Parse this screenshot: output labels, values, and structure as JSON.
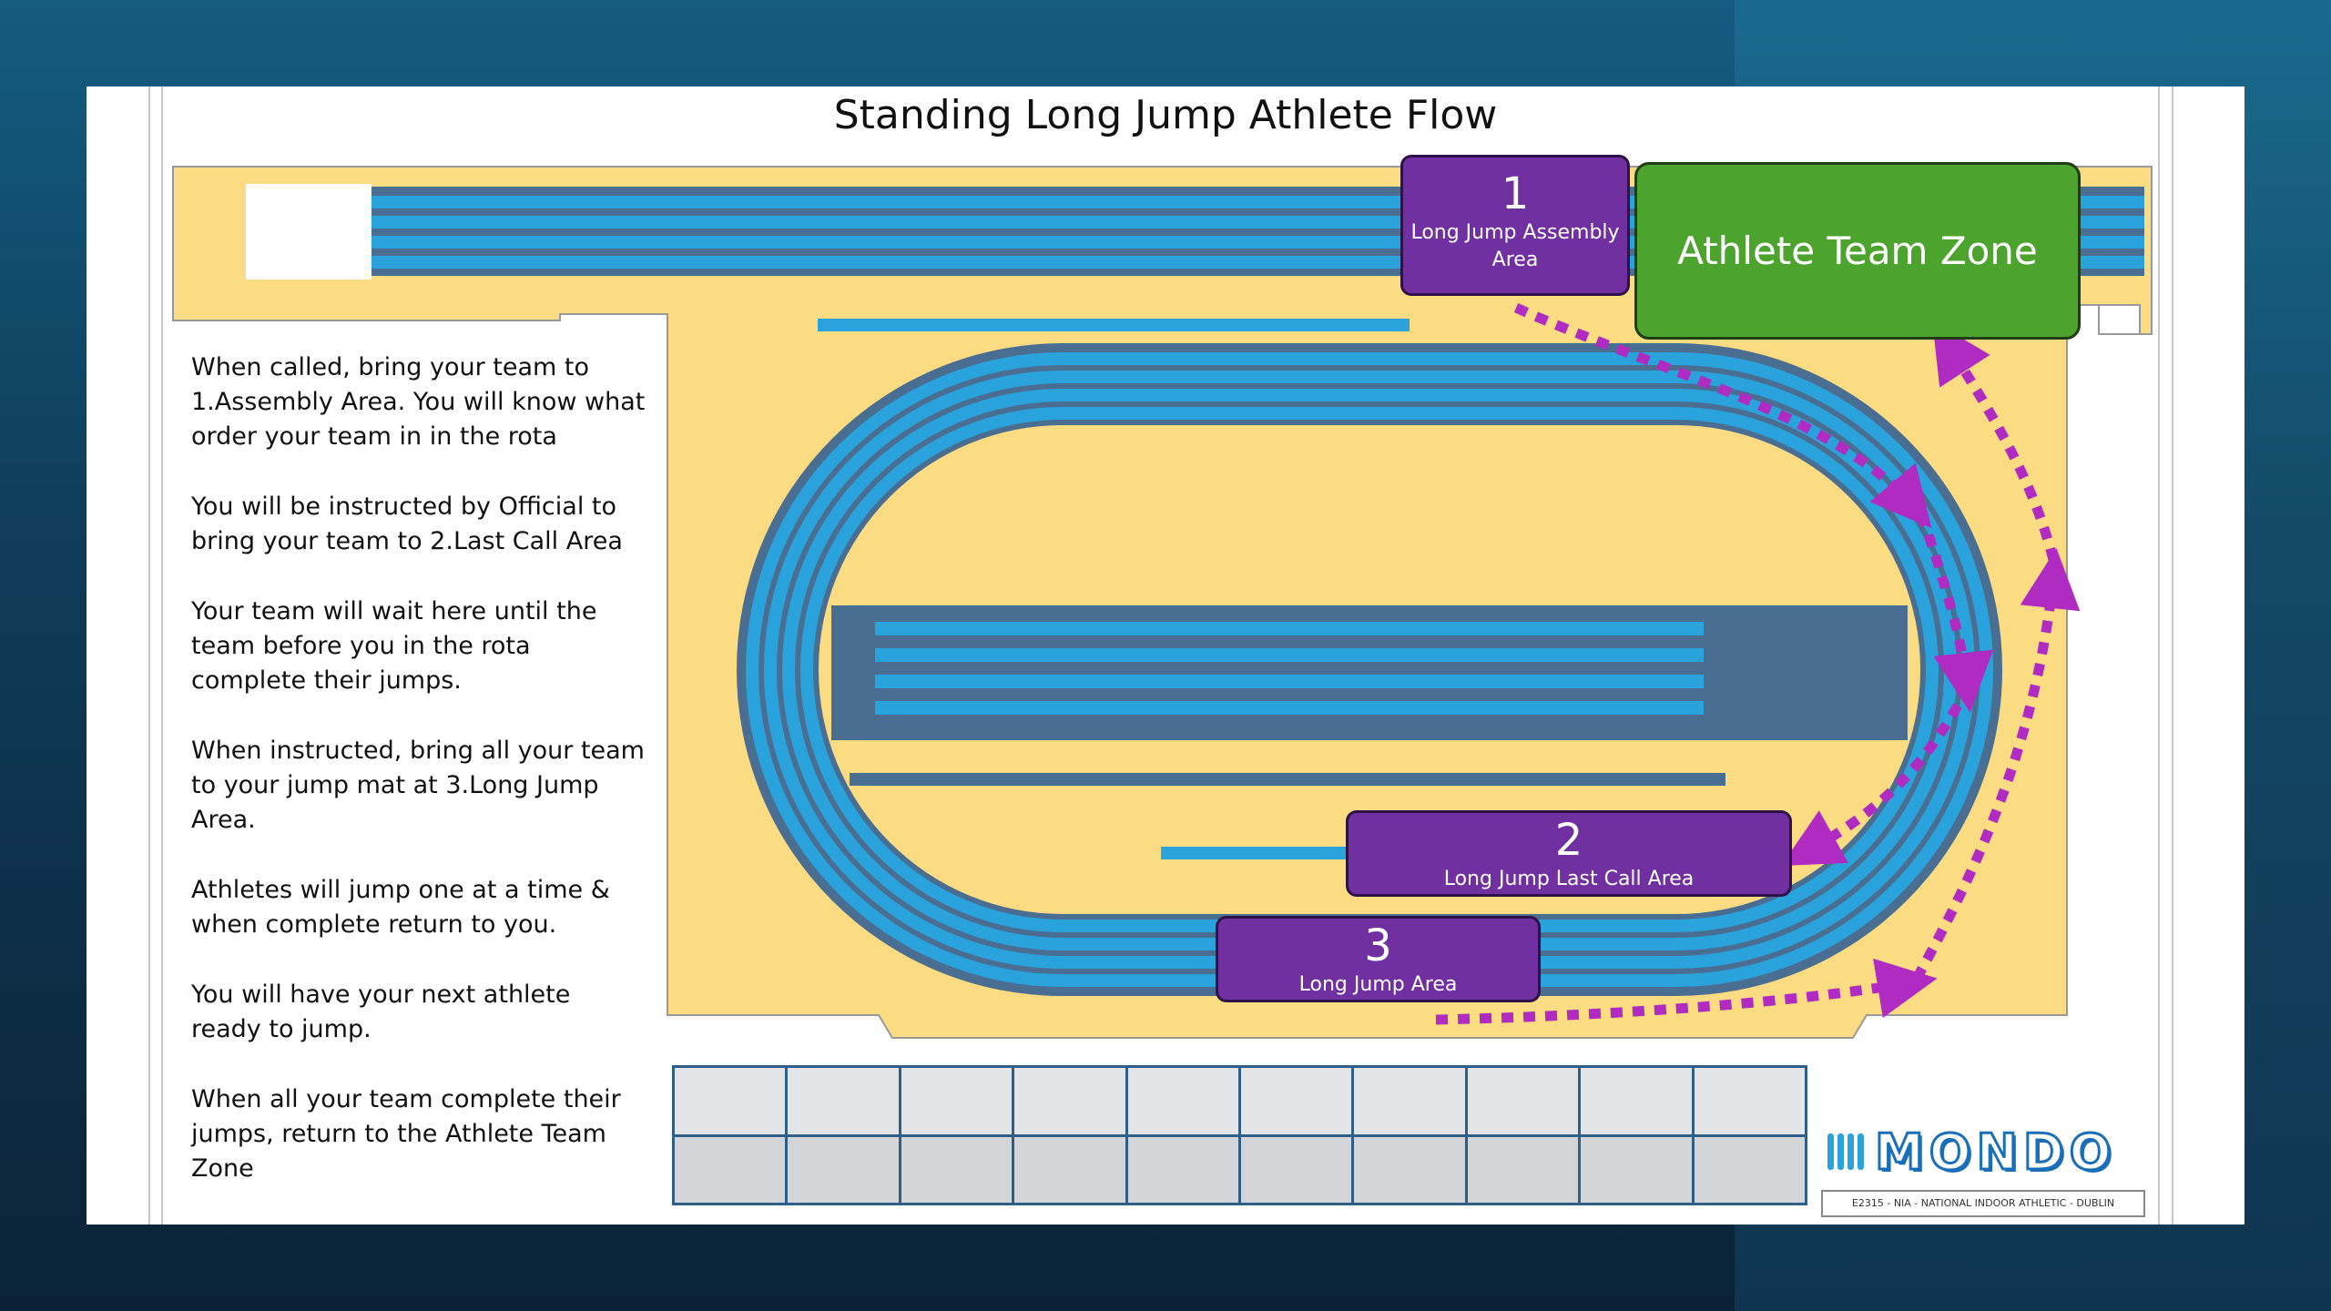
{
  "title": "Standing Long Jump Athlete Flow",
  "instructions": [
    "When called, bring your team to 1.Assembly Area. You will know what order your team in in the rota",
    "You will be instructed by Official to bring your team to 2.Last Call Area",
    "Your team will wait here until the team before you in the rota complete their jumps.",
    "When instructed, bring all your team to your jump mat at 3.Long Jump Area.",
    "Athletes will jump one at a time & when complete return to you.",
    "You will have your next athlete ready to jump.",
    "When all your team complete their jumps, return to the Athlete Team Zone"
  ],
  "areas": {
    "assembly": {
      "number": "1",
      "label": "Long Jump Assembly Area"
    },
    "last_call": {
      "number": "2",
      "label": "Long Jump Last Call Area"
    },
    "long_jump": {
      "number": "3",
      "label": "Long Jump  Area"
    }
  },
  "team_zone": {
    "label": "Athlete Team Zone"
  },
  "logo": {
    "text": "MONDO",
    "caption": "E2315 - NIA - NATIONAL INDOOR ATHLETIC - DUBLIN"
  },
  "colors": {
    "track_blue": "#2aa3dd",
    "lane_line": "#4a6d92",
    "infield": "#ffe082",
    "area_purple": "#7030a0",
    "zone_green": "#4ca32e",
    "arrow_magenta": "#b02bc2"
  }
}
